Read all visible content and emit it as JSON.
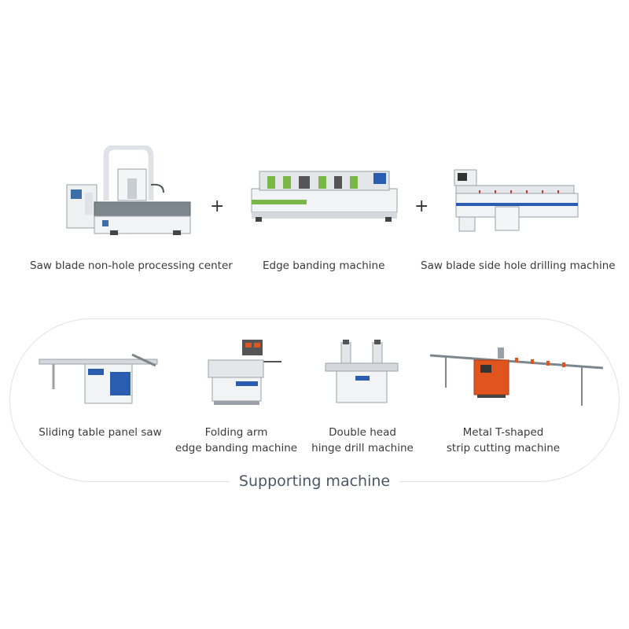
{
  "main_line": {
    "items": [
      {
        "label": "Saw blade non-hole processing center"
      },
      {
        "label": "Edge banding machine"
      },
      {
        "label": "Saw blade side hole drilling machine"
      }
    ],
    "connector": "+"
  },
  "supporting": {
    "title": "Supporting machine",
    "items": [
      {
        "line1": "Sliding table panel saw",
        "line2": ""
      },
      {
        "line1": "Folding arm",
        "line2": "edge banding machine"
      },
      {
        "line1": "Double head",
        "line2": "hinge drill machine"
      },
      {
        "line1": "Metal T-shaped",
        "line2": "strip cutting machine"
      }
    ]
  },
  "colors": {
    "machine_white": "#f2f3f5",
    "machine_grey": "#9aa1a8",
    "accent_blue": "#2a5db0",
    "accent_green": "#7ab648",
    "accent_orange": "#e0551f",
    "border": "#e2e2e2"
  }
}
